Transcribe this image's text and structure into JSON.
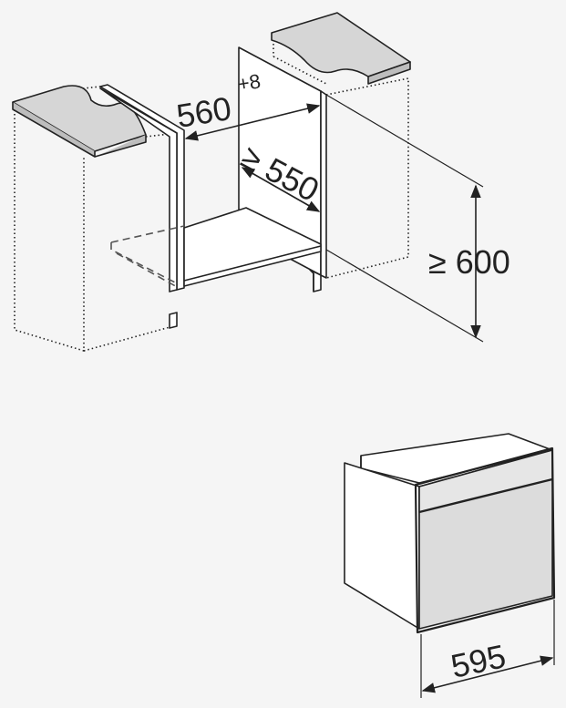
{
  "dimensions": {
    "cabinet_width": "560",
    "cabinet_width_tolerance": "+8",
    "cabinet_depth": "≥ 550",
    "cabinet_height": "≥ 600",
    "appliance_width": "595"
  },
  "colors": {
    "background": "#f5f5f5",
    "line": "#222222",
    "panel_fill": "#ffffff",
    "worktop_fill": "#d6d6d6",
    "front_fill": "#dcdcdc",
    "dashed": "#555555"
  }
}
